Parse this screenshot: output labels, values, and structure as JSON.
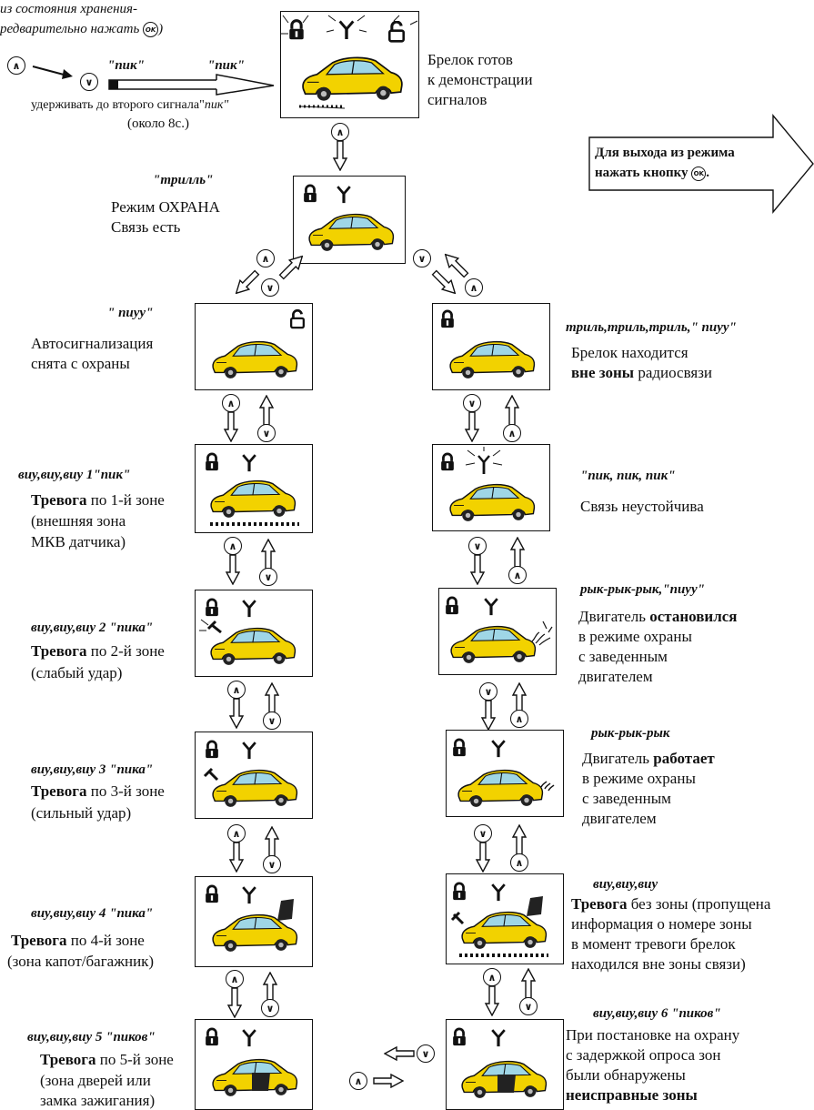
{
  "top": {
    "line1": "из состояния хранения-",
    "line2": "редварительно нажать",
    "ok_glyph": "OK",
    "pik1": "\"пик\"",
    "pik2": "\"пик\"",
    "hold": "удерживать до второго сигнала\"",
    "hold_pik": "пик\"",
    "approx": "(около 8с.)",
    "demo": [
      "Брелок готов",
      "к демонстрации",
      "сигналов"
    ]
  },
  "exit": {
    "line1": "Для выхода из режима",
    "line2": "нажать кнопку",
    "ok_glyph": "OK"
  },
  "states": {
    "armed": {
      "sound": "\"трилль\"",
      "lines": [
        "Режим ОХРАНА",
        "Связь есть"
      ]
    },
    "disarmed": {
      "sound": "\" пиуу\"",
      "lines": [
        "Автосигнализация",
        "снята с охраны"
      ]
    },
    "zone1": {
      "sound": "виу,виу,виу  1\"пик\"",
      "bold": "Тревога",
      "rest": " по 1-й зоне",
      "lines": [
        "(внешняя зона",
        "МКВ датчика)"
      ]
    },
    "zone2": {
      "sound": "виу,виу,виу  2 \"пика\"",
      "bold": "Тревога",
      "rest": " по 2-й зоне",
      "lines": [
        "(слабый удар)"
      ]
    },
    "zone3": {
      "sound": "виу,виу,виу  3 \"пика\"",
      "bold": "Тревога",
      "rest": " по 3-й зоне",
      "lines": [
        "(сильный удар)"
      ]
    },
    "zone4": {
      "sound": "виу,виу,виу  4 \"пика\"",
      "bold": "Тревога",
      "rest": " по 4-й зоне",
      "lines": [
        "(зона капот/багажник)"
      ]
    },
    "zone5": {
      "sound": "виу,виу,виу  5 \"пиков\"",
      "bold": "Тревога",
      "rest": " по 5-й зоне",
      "lines": [
        "(зона дверей или",
        "замка зажигания)"
      ]
    },
    "out": {
      "sound": "триль,триль,триль,\" пиуу\"",
      "line1": "Брелок находится",
      "bold": "вне зоны",
      "rest": " радиосвязи"
    },
    "weak": {
      "sound": "\"пик, пик, пик\"",
      "lines": [
        "Связь неустойчива"
      ]
    },
    "stopped": {
      "sound": "рык-рык-рык,\"пиуу\"",
      "pre": "Двигатель ",
      "bold": "остановился",
      "lines": [
        "в режиме охраны",
        " с заведенным",
        "двигателем"
      ]
    },
    "running": {
      "sound": "рык-рык-рык",
      "pre": "Двигатель ",
      "bold": "работает",
      "lines": [
        "в режиме охраны",
        " с заведенным",
        "двигателем"
      ]
    },
    "nozone": {
      "sound": "виу,виу,виу",
      "bold": "Тревога",
      "rest": " без зоны (пропущена",
      "lines": [
        "информация о номере зоны",
        "в момент тревоги брелок",
        "находился вне зоны связи)"
      ]
    },
    "faulty": {
      "sound": "виу,виу,виу  6 \"пиков\"",
      "lines": [
        "При постановке на охрану",
        "с задержкой опроса зон",
        "были  обнаружены"
      ],
      "bold": "неисправные зоны"
    }
  },
  "colors": {
    "car": "#F2D200",
    "ink": "#111111"
  },
  "icons": [
    "lock-icon",
    "unlock-icon",
    "antenna-icon",
    "car-icon",
    "up-button-icon",
    "down-button-icon",
    "ok-button-icon",
    "hammer-icon",
    "hollow-arrow-icon"
  ]
}
